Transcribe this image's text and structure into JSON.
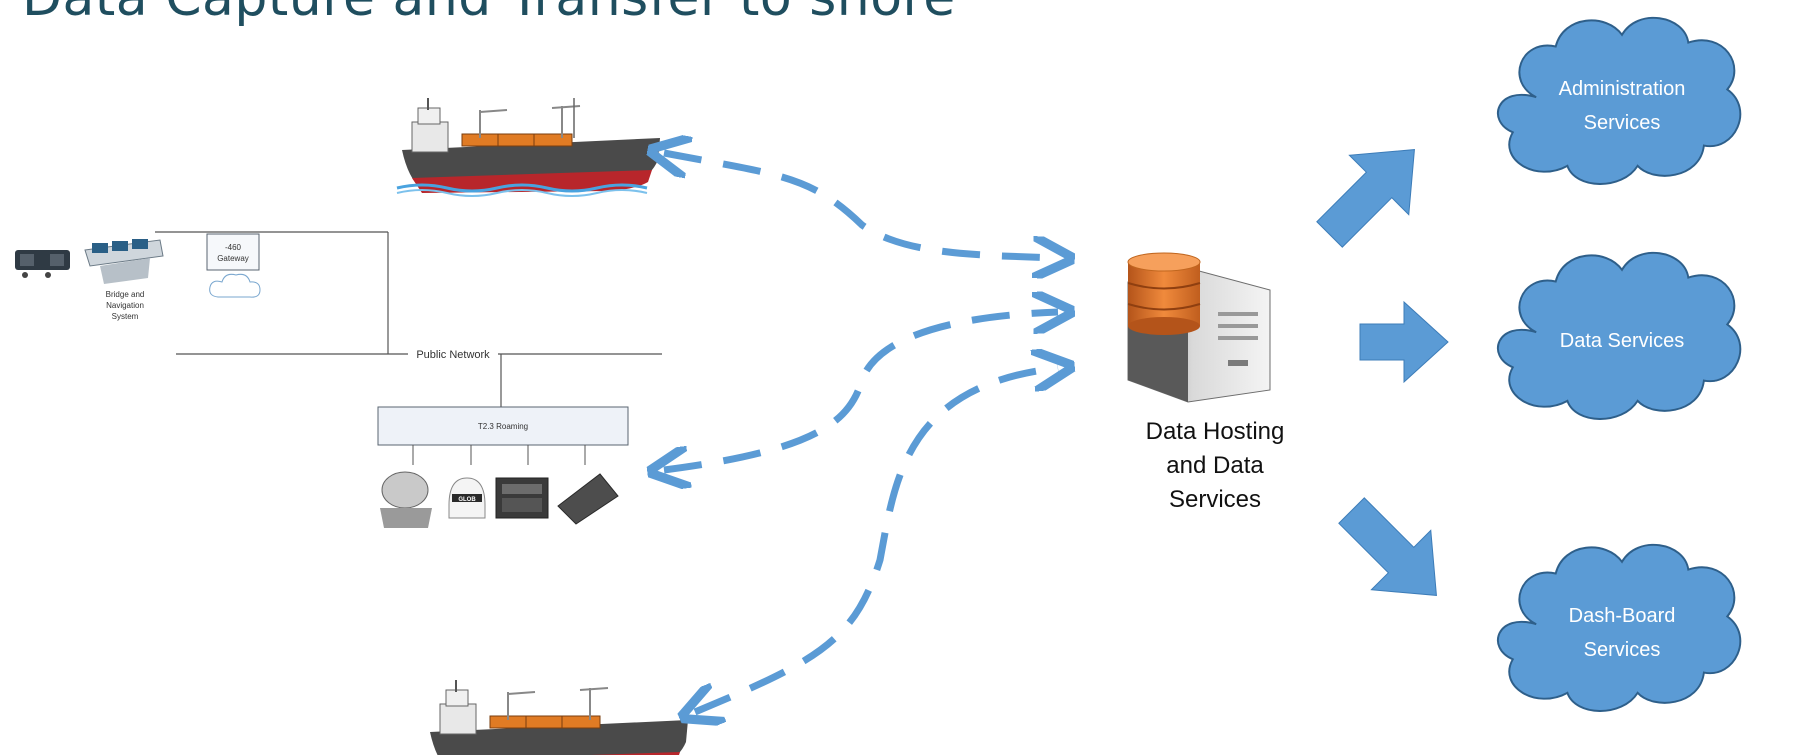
{
  "title": "Data Capture and Transfer to shore",
  "onboard": {
    "bridge_label_lines": [
      "Bridge and",
      "Navigation",
      "System"
    ],
    "gateway_label_lines": [
      "-460",
      "Gateway"
    ],
    "public_network": "Public Network",
    "roaming_label": "T2.3 Roaming",
    "device_badge": "GLOB"
  },
  "hosting": {
    "label_lines": [
      "Data Hosting",
      "and Data",
      "Services"
    ]
  },
  "services": [
    {
      "lines": [
        "Administration",
        "Services"
      ]
    },
    {
      "lines": [
        "Data Services"
      ]
    },
    {
      "lines": [
        "Dash-Board",
        "Services"
      ]
    }
  ],
  "colors": {
    "title": "#1f4e5f",
    "arrow_blue": "#5b9bd5",
    "cloud_fill": "#5b9bd5",
    "cloud_stroke": "#2e5f8a",
    "ship_hull": "#4a4a4a",
    "ship_containers": "#e07b24",
    "database": "#e6792a"
  }
}
